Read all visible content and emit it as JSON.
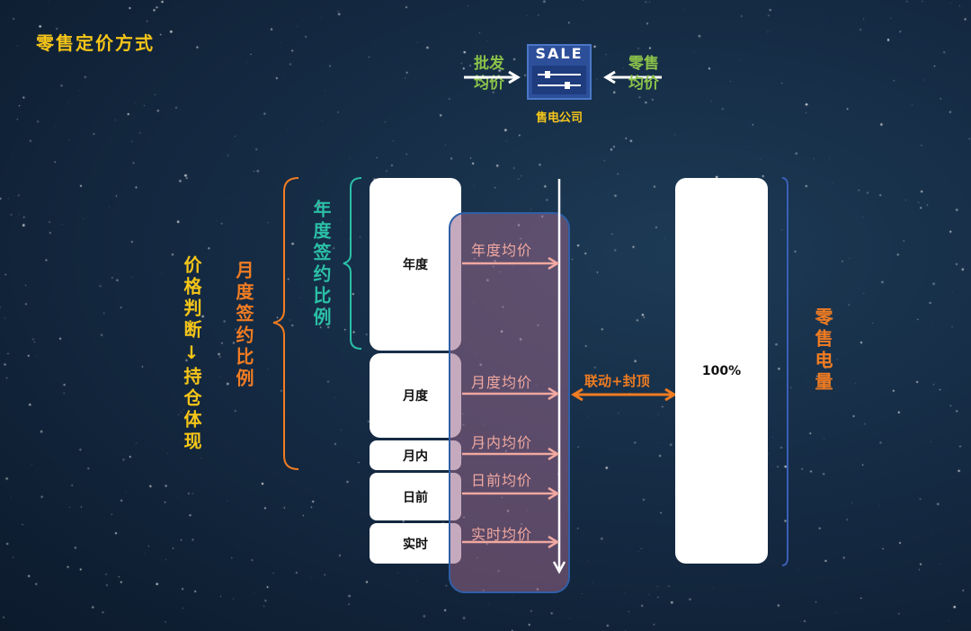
{
  "title": "零售定价方式",
  "header": {
    "wholesale_label": "批发\n均价",
    "retail_label": "零售\n均价",
    "sale_sign": "SALE",
    "company_label": "售电公司"
  },
  "left_labels": {
    "price_judgment": "价格判断↓持仓体现",
    "monthly_ratio": "月度签约比例",
    "annual_ratio": "年度签约比例"
  },
  "periods": [
    {
      "label": "年度",
      "price": "年度均价"
    },
    {
      "label": "月度",
      "price": "月度均价"
    },
    {
      "label": "月内",
      "price": "月内均价"
    },
    {
      "label": "日前",
      "price": "日前均价"
    },
    {
      "label": "实时",
      "price": "实时均价"
    }
  ],
  "link_label": "联动+封顶",
  "retail_box": "100%",
  "retail_volume": "零售电量",
  "colors": {
    "title": "#f5c518",
    "green": "#8bc34a",
    "orange": "#f07c22",
    "teal": "#2bbfa6",
    "pink": "#f0a8a0",
    "blue": "#2f5fa8"
  }
}
